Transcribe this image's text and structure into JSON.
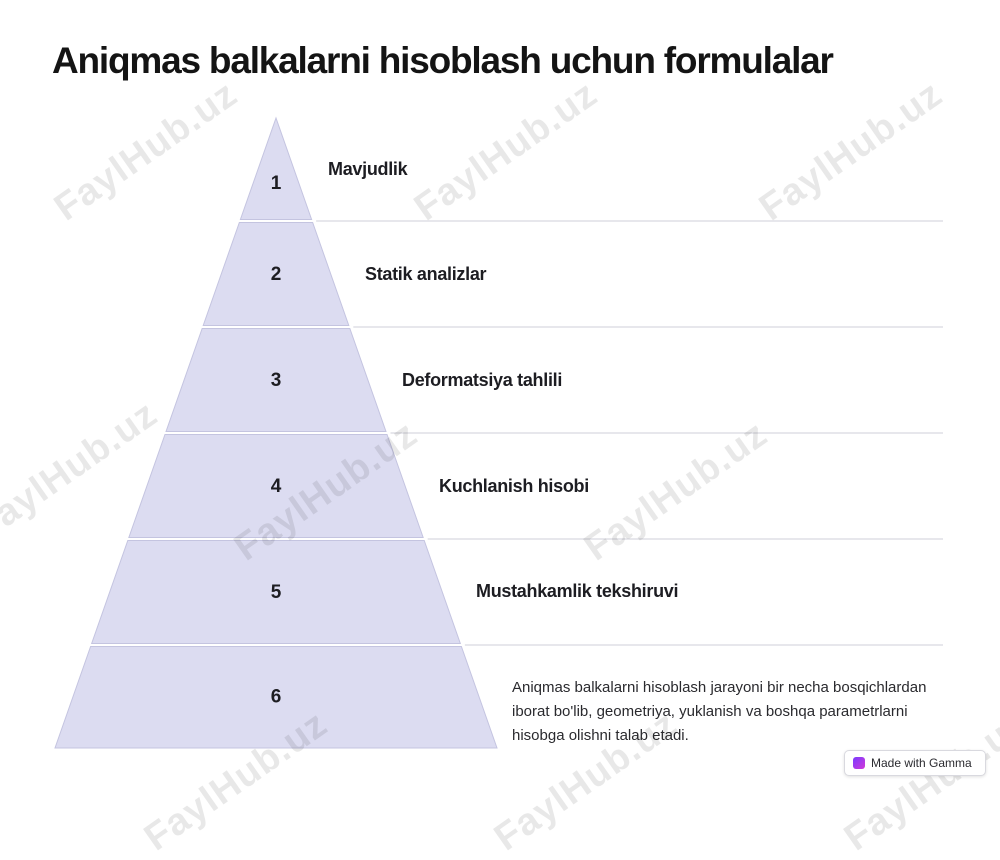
{
  "title": "Aniqmas balkalarni hisoblash uchun formulalar",
  "colors": {
    "tier_fill": "#dcdcf1",
    "tier_stroke": "#c4c4e0",
    "divider": "#cfcfd8",
    "text": "#1d1d22"
  },
  "tiers": [
    {
      "number": "1",
      "label": "Mavjudlik"
    },
    {
      "number": "2",
      "label": "Statik analizlar"
    },
    {
      "number": "3",
      "label": "Deformatsiya tahlili"
    },
    {
      "number": "4",
      "label": "Kuchlanish hisobi"
    },
    {
      "number": "5",
      "label": "Mustahkamlik tekshiruvi"
    },
    {
      "number": "6",
      "label": ""
    }
  ],
  "description": "Aniqmas balkalarni hisoblash jarayoni bir necha bosqichlardan iborat bo'lib, geometriya, yuklanish va boshqa parametrlarni hisobga olishni talab etadi.",
  "watermark_text": "FaylHub.uz",
  "badge": {
    "icon": "gamma-logo-icon",
    "label": "Made with Gamma"
  }
}
